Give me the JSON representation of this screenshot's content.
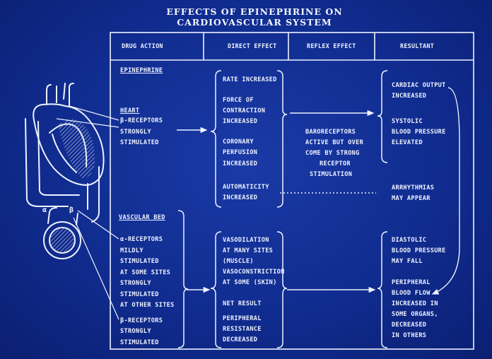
{
  "title": {
    "line1": "EFFECTS OF EPINEPHRINE ON",
    "line2": "CARDIOVASCULAR SYSTEM"
  },
  "columns": [
    "DRUG ACTION",
    "DIRECT EFFECT",
    "REFLEX EFFECT",
    "RESULTANT"
  ],
  "drug_action": {
    "drug": "EPINEPHRINE",
    "heart_heading": "HEART",
    "heart_lines": [
      "β-RECEPTORS",
      "STRONGLY",
      "STIMULATED"
    ],
    "vascular_heading": "VASCULAR BED",
    "vascular_lines": [
      "α-RECEPTORS",
      "MILDLY",
      "STIMULATED",
      "AT SOME SITES",
      "STRONGLY",
      "STIMULATED",
      "AT OTHER SITES",
      "β-RECEPTORS",
      "STRONGLY",
      "STIMULATED"
    ]
  },
  "direct_effect": {
    "heart": [
      "RATE INCREASED",
      "FORCE OF",
      "CONTRACTION",
      "INCREASED",
      "CORONARY",
      "PERFUSION",
      "INCREASED",
      "AUTOMATICITY",
      "INCREASED"
    ],
    "vascular": [
      "VASODILATION",
      "AT MANY SITES",
      "(MUSCLE)",
      "VASOCONSTRICTION",
      "AT SOME (SKIN)",
      "NET RESULT",
      "PERIPHERAL",
      "RESISTANCE",
      "DECREASED"
    ]
  },
  "reflex_effect": {
    "lines": [
      "BARORECEPTORS",
      "ACTIVE BUT OVER",
      "COME BY STRONG",
      "RECEPTOR",
      "STIMULATION"
    ]
  },
  "resultant": {
    "heart": [
      "CARDIAC OUTPUT",
      "INCREASED",
      "SYSTOLIC",
      "BLOOD PRESSURE",
      "ELEVATED",
      "ARRHYTHMIAS",
      "MAY APPEAR"
    ],
    "vascular": [
      "DIASTOLIC",
      "BLOOD PRESSURE",
      "MAY FALL",
      "PERIPHERAL",
      "BLOOD FLOW",
      "INCREASED IN",
      "SOME ORGANS,",
      "DECREASED",
      "IN OTHERS"
    ]
  },
  "labels": {
    "alpha_symbol": "α",
    "beta_symbol": "β"
  },
  "colors": {
    "background": "#102c8f",
    "ink": "#eef2ff",
    "shading": "#c8d0ea"
  }
}
